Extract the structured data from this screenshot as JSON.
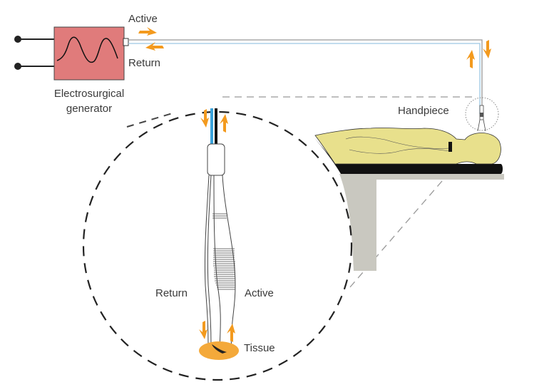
{
  "labels": {
    "active_top": "Active",
    "return_top": "Return",
    "generator_line1": "Electrosurgical",
    "generator_line2": "generator",
    "handpiece": "Handpiece",
    "return_forceps": "Return",
    "active_forceps": "Active",
    "tissue": "Tissue"
  },
  "colors": {
    "generator_fill": "#e07b7b",
    "bolt": "#f39a1e",
    "active_wire": "#3aa3dc",
    "return_wire": "#111111",
    "body_fill": "#e8e08c",
    "table_top": "#111111",
    "table_stand": "#c9c8c0",
    "tissue": "#f4a93a"
  }
}
